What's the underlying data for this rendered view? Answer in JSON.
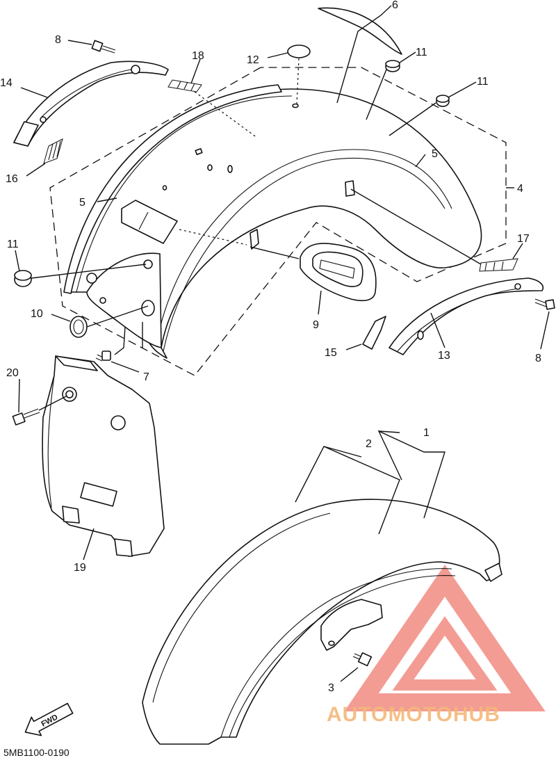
{
  "diagram": {
    "code": "5MB1100-0190",
    "fwd_label": "FWD",
    "callouts": [
      {
        "id": "c1",
        "text": "1"
      },
      {
        "id": "c2",
        "text": "2"
      },
      {
        "id": "c3",
        "text": "3"
      },
      {
        "id": "c4",
        "text": "4"
      },
      {
        "id": "c5a",
        "text": "5"
      },
      {
        "id": "c5b",
        "text": "5"
      },
      {
        "id": "c6",
        "text": "6"
      },
      {
        "id": "c7",
        "text": "7"
      },
      {
        "id": "c8a",
        "text": "8"
      },
      {
        "id": "c8b",
        "text": "8"
      },
      {
        "id": "c9",
        "text": "9"
      },
      {
        "id": "c10",
        "text": "10"
      },
      {
        "id": "c11a",
        "text": "11"
      },
      {
        "id": "c11b",
        "text": "11"
      },
      {
        "id": "c11c",
        "text": "11"
      },
      {
        "id": "c12",
        "text": "12"
      },
      {
        "id": "c13",
        "text": "13"
      },
      {
        "id": "c14",
        "text": "14"
      },
      {
        "id": "c15",
        "text": "15"
      },
      {
        "id": "c16",
        "text": "16"
      },
      {
        "id": "c17",
        "text": "17"
      },
      {
        "id": "c18",
        "text": "18"
      },
      {
        "id": "c19",
        "text": "19"
      },
      {
        "id": "c20",
        "text": "20"
      }
    ]
  },
  "watermark": {
    "brand": "AUTOMOTOHUB",
    "color_primary": "#f28b82",
    "color_secondary": "#f5b87a",
    "color_dark": "#7a7a7a"
  }
}
